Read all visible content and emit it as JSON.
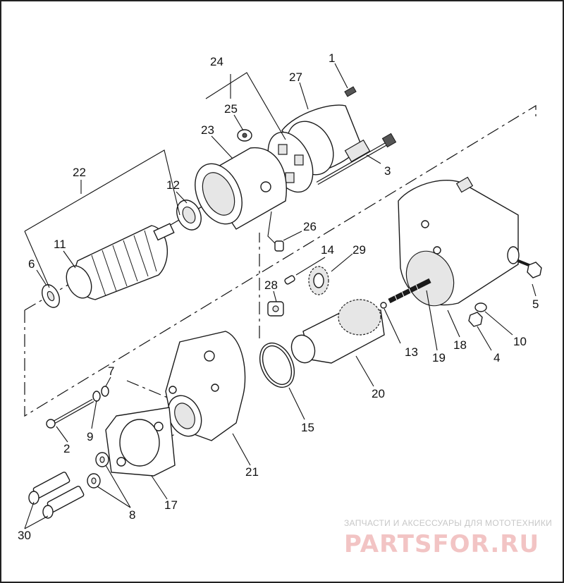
{
  "diagram": {
    "part_labels": [
      "1",
      "2",
      "3",
      "4",
      "5",
      "6",
      "7",
      "8",
      "9",
      "10",
      "11",
      "12",
      "13",
      "14",
      "15",
      "17",
      "18",
      "19",
      "20",
      "21",
      "22",
      "23",
      "24",
      "25",
      "26",
      "27",
      "28",
      "29",
      "30"
    ],
    "watermark": {
      "tagline": "ЗАПЧАСТИ И АКСЕССУАРЫ ДЛЯ МОТОТЕХНИКИ",
      "logo": "PARTSFOR.RU"
    }
  }
}
